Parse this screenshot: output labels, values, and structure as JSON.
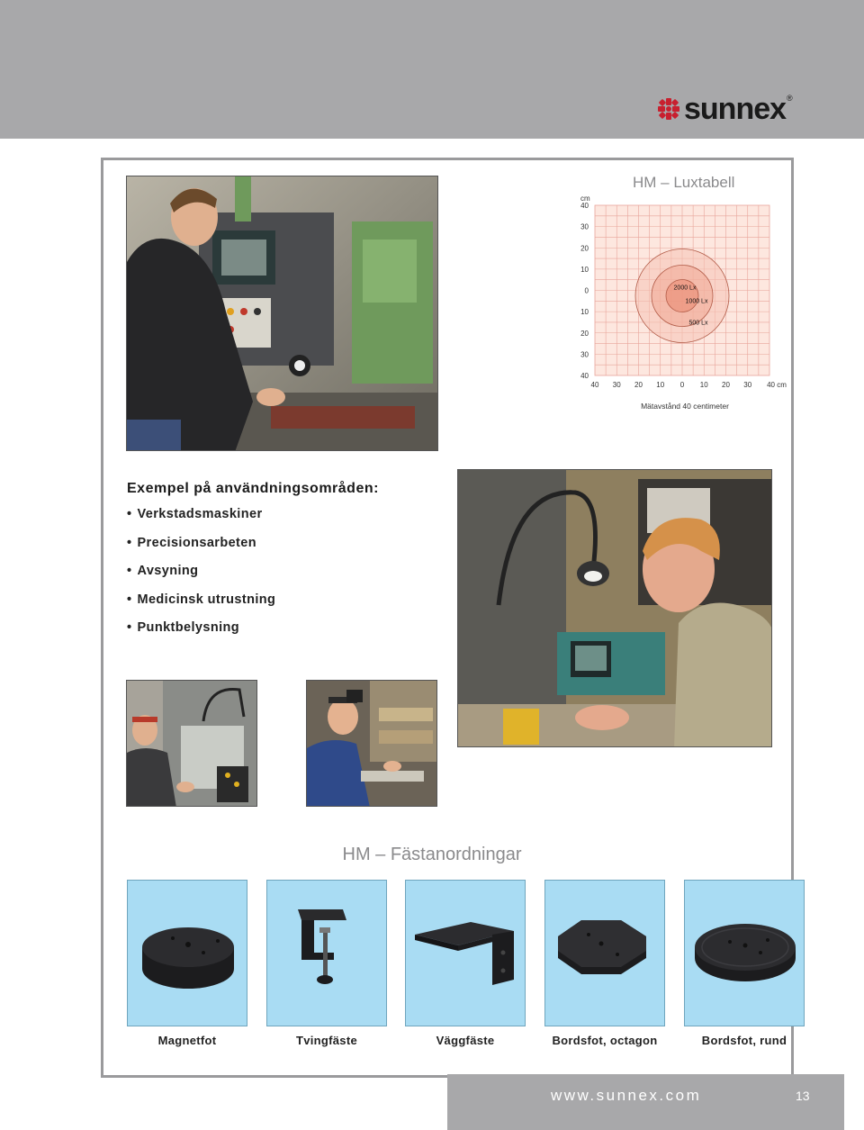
{
  "brand": {
    "logo_text": "sunnex",
    "registered": "®"
  },
  "luxtable": {
    "title": "HM – Luxtabell",
    "unit_label": "cm",
    "y_tick_labels": [
      "40",
      "30",
      "20",
      "10",
      "0",
      "10",
      "20",
      "30",
      "40"
    ],
    "x_tick_labels": [
      "40",
      "30",
      "20",
      "10",
      "0",
      "10",
      "20",
      "30",
      "40 cm"
    ],
    "rings": [
      "2000 Lx",
      "1000 Lx",
      "500 Lx"
    ],
    "caption": "Mätavstånd 40 centimeter",
    "colors": {
      "grid": "#e8a49a",
      "fill": "#fde7df",
      "ring_outer": "#f6c3b5",
      "ring_mid": "#f1a793",
      "ring_inner": "#e9866d"
    }
  },
  "uses": {
    "heading": "Exempel på användningsområden:",
    "items": [
      "Verkstadsmaskiner",
      "Precisionsarbeten",
      "Avsyning",
      "Medicinsk utrustning",
      "Punktbelysning"
    ]
  },
  "mounts": {
    "title": "HM – Fästanordningar",
    "items": [
      {
        "label": "Magnetfot",
        "icon": "magnet-base-icon"
      },
      {
        "label": "Tvingfäste",
        "icon": "clamp-icon"
      },
      {
        "label": "Väggfäste",
        "icon": "wall-bracket-icon"
      },
      {
        "label": "Bordsfot, octagon",
        "icon": "octagon-base-icon"
      },
      {
        "label": "Bordsfot, rund",
        "icon": "round-base-icon"
      }
    ],
    "tile_color": "#a9dcf3"
  },
  "footer": {
    "url": "www.sunnex.com",
    "page_number": "13"
  }
}
